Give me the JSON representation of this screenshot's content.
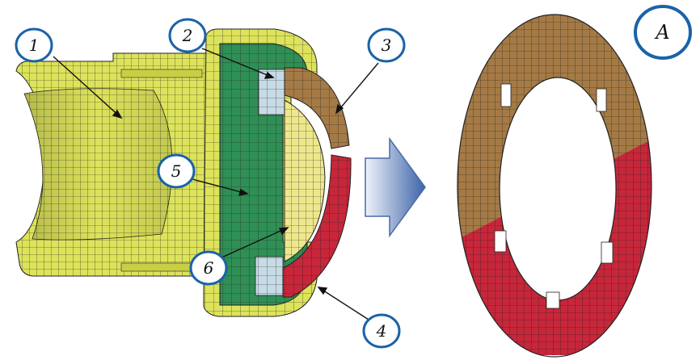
{
  "callouts": [
    {
      "id": "1",
      "label": "1",
      "part": "housing"
    },
    {
      "id": "2",
      "label": "2",
      "part": "spacer-blocks"
    },
    {
      "id": "3",
      "label": "3",
      "part": "upper-ring-half"
    },
    {
      "id": "4",
      "label": "4",
      "part": "lower-ring-half"
    },
    {
      "id": "5",
      "label": "5",
      "part": "inner-casing"
    },
    {
      "id": "6",
      "label": "6",
      "part": "core-disc"
    }
  ],
  "detail": {
    "label": "A"
  },
  "colors": {
    "housing": "#dde35a",
    "casing": "#2f8f55",
    "core": "#eee88c",
    "upper_ring": "#a57a45",
    "lower_ring": "#c8263a",
    "spacer": "#c7dbe6",
    "mesh_line": "#222222",
    "callout_ring": "#1a63a8",
    "arrow_light": "#eef3fa",
    "arrow_dark": "#3d63a8"
  }
}
